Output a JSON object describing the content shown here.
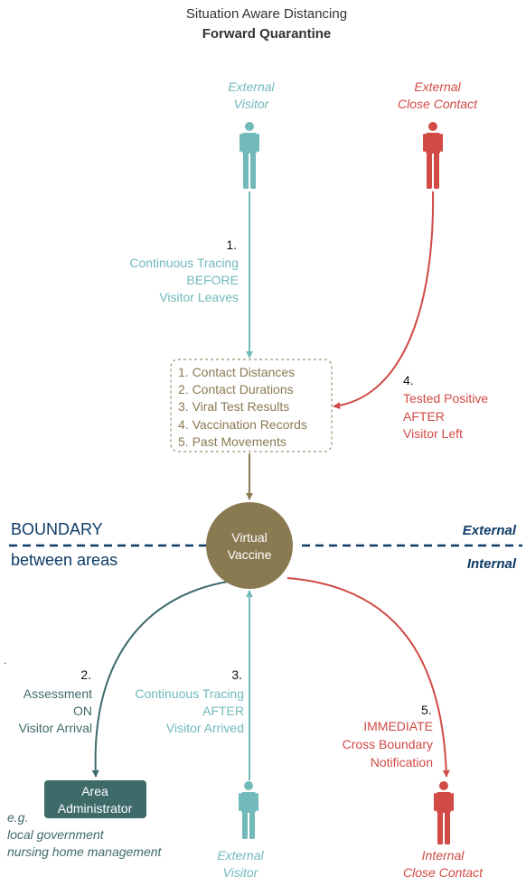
{
  "title": {
    "line1": "Situation Aware Distancing",
    "line2": "Forward Quarantine"
  },
  "colors": {
    "teal": "#72b9ba",
    "red": "#d14a45",
    "olive": "#8a7a52",
    "navy": "#0d3b66",
    "slate": "#3f6a6a",
    "dark_text": "#333333",
    "gray_text": "#444444"
  },
  "top_visitor": {
    "label_line1": "External",
    "label_line2": "Visitor",
    "icon": "person-icon"
  },
  "top_close_contact": {
    "label_line1": "External",
    "label_line2": "Close Contact",
    "icon": "person-icon"
  },
  "step1": {
    "number": "1.",
    "line1": "Continuous Tracing",
    "line2": "BEFORE",
    "line3": "Visitor Leaves"
  },
  "step4": {
    "number": "4.",
    "line1": "Tested Positive",
    "line2": "AFTER",
    "line3": "Visitor Left"
  },
  "data_box": {
    "items": [
      "1. Contact Distances",
      "2. Contact Durations",
      "3. Viral Test Results",
      "4. Vaccination Records",
      "5. Past Movements"
    ]
  },
  "boundary": {
    "title": "BOUNDARY",
    "subtitle": "between areas",
    "external": "External",
    "internal": "Internal"
  },
  "vaccine": {
    "line1": "Virtual",
    "line2": "Vaccine"
  },
  "step2": {
    "number": "2.",
    "line1": "Assessment",
    "line2": "ON",
    "line3": "Visitor Arrival"
  },
  "step3": {
    "number": "3.",
    "line1": "Continuous Tracing",
    "line2": "AFTER",
    "line3": "Visitor Arrived"
  },
  "step5": {
    "number": "5.",
    "line1": "IMMEDIATE",
    "line2": "Cross Boundary",
    "line3": "Notification"
  },
  "administrator": {
    "line1": "Area",
    "line2": "Administrator",
    "eg": "e.g.",
    "example1": "local government",
    "example2": "nursing home management"
  },
  "bottom_visitor": {
    "label_line1": "External",
    "label_line2": "Visitor",
    "icon": "person-icon"
  },
  "bottom_close_contact": {
    "label_line1": "Internal",
    "label_line2": "Close Contact",
    "icon": "person-icon"
  },
  "stray_mark": "."
}
